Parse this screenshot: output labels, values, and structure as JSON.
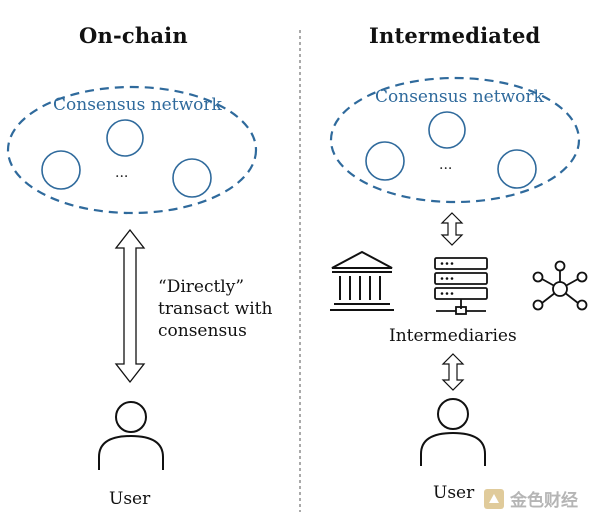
{
  "left": {
    "title": "On-chain",
    "network_label": "Consensus network",
    "ellipsis": "...",
    "arrow_text": [
      "“Directly”",
      "transact with",
      "consensus"
    ],
    "user_label": "User"
  },
  "right": {
    "title": "Intermediated",
    "network_label": "Consensus network",
    "ellipsis": "...",
    "intermediaries_label": "Intermediaries",
    "user_label": "User"
  },
  "icons": [
    "bank-icon",
    "server-icon",
    "network-hub-icon",
    "user-icon"
  ],
  "watermark": {
    "text": "金色财经"
  },
  "colors": {
    "accent_blue": "#2f6a9c",
    "ink": "#111111"
  }
}
